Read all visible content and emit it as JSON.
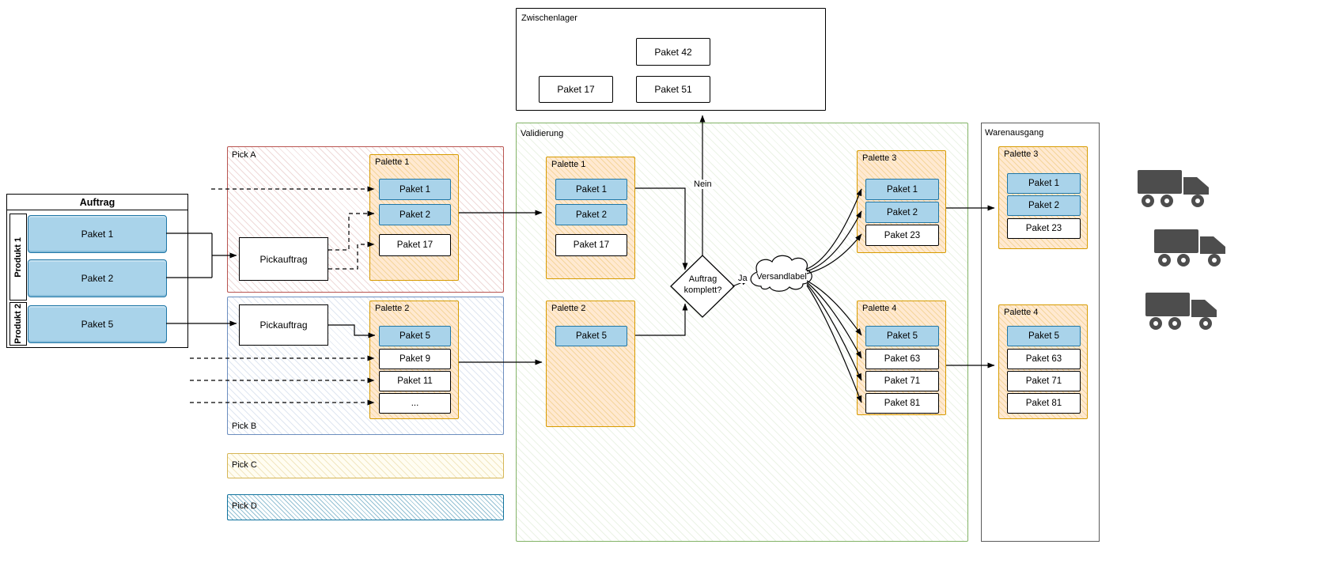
{
  "colors": {
    "packet_blue_fill": "#a9d3ea",
    "packet_blue_border": "#1f76a6",
    "palette_fill": "#ffe9d1",
    "palette_border": "#d79b00",
    "pick_a_border": "#b85450",
    "pick_b_border": "#6c8ebf",
    "pick_c_border": "#d6b656",
    "pick_d_border": "#10739e",
    "validierung_border": "#82b366",
    "truck_gray": "#4d4d4d"
  },
  "auftrag": {
    "title": "Auftrag",
    "produkt1": "Produkt 1",
    "produkt2": "Produkt 2",
    "pakete": [
      "Paket 1",
      "Paket 2",
      "Paket 5"
    ]
  },
  "pick_a": {
    "label": "Pick A",
    "pickauftrag": "Pickauftrag",
    "palette": {
      "title": "Palette 1",
      "pakete": [
        "Paket 1",
        "Paket 2",
        "Paket 17"
      ]
    }
  },
  "pick_b": {
    "label": "Pick B",
    "pickauftrag": "Pickauftrag",
    "palette": {
      "title": "Palette 2",
      "pakete": [
        "Paket 5",
        "Paket 9",
        "Paket 11",
        "..."
      ]
    }
  },
  "pick_c": {
    "label": "Pick C"
  },
  "pick_d": {
    "label": "Pick D"
  },
  "zwischenlager": {
    "title": "Zwischenlager",
    "pakete": [
      "Paket 42",
      "Paket 17",
      "Paket 51"
    ]
  },
  "validierung": {
    "label": "Validierung",
    "palette1": {
      "title": "Palette 1",
      "pakete": [
        "Paket 1",
        "Paket 2",
        "Paket 17"
      ]
    },
    "palette2": {
      "title": "Palette 2",
      "pakete": [
        "Paket 5"
      ]
    },
    "decision": {
      "label": "Auftrag komplett?",
      "ja": "Ja",
      "nein": "Nein"
    },
    "cloud": {
      "label": "Versandlabel"
    },
    "palette3": {
      "title": "Palette 3",
      "pakete": [
        "Paket 1",
        "Paket 2",
        "Paket 23"
      ]
    },
    "palette4": {
      "title": "Palette 4",
      "pakete": [
        "Paket 5",
        "Paket 63",
        "Paket 71",
        "Paket 81"
      ]
    }
  },
  "warenausgang": {
    "label": "Warenausgang",
    "palette3": {
      "title": "Palette 3",
      "pakete": [
        "Paket 1",
        "Paket 2",
        "Paket 23"
      ]
    },
    "palette4": {
      "title": "Palette 4",
      "pakete": [
        "Paket 5",
        "Paket 63",
        "Paket 71",
        "Paket 81"
      ]
    }
  }
}
